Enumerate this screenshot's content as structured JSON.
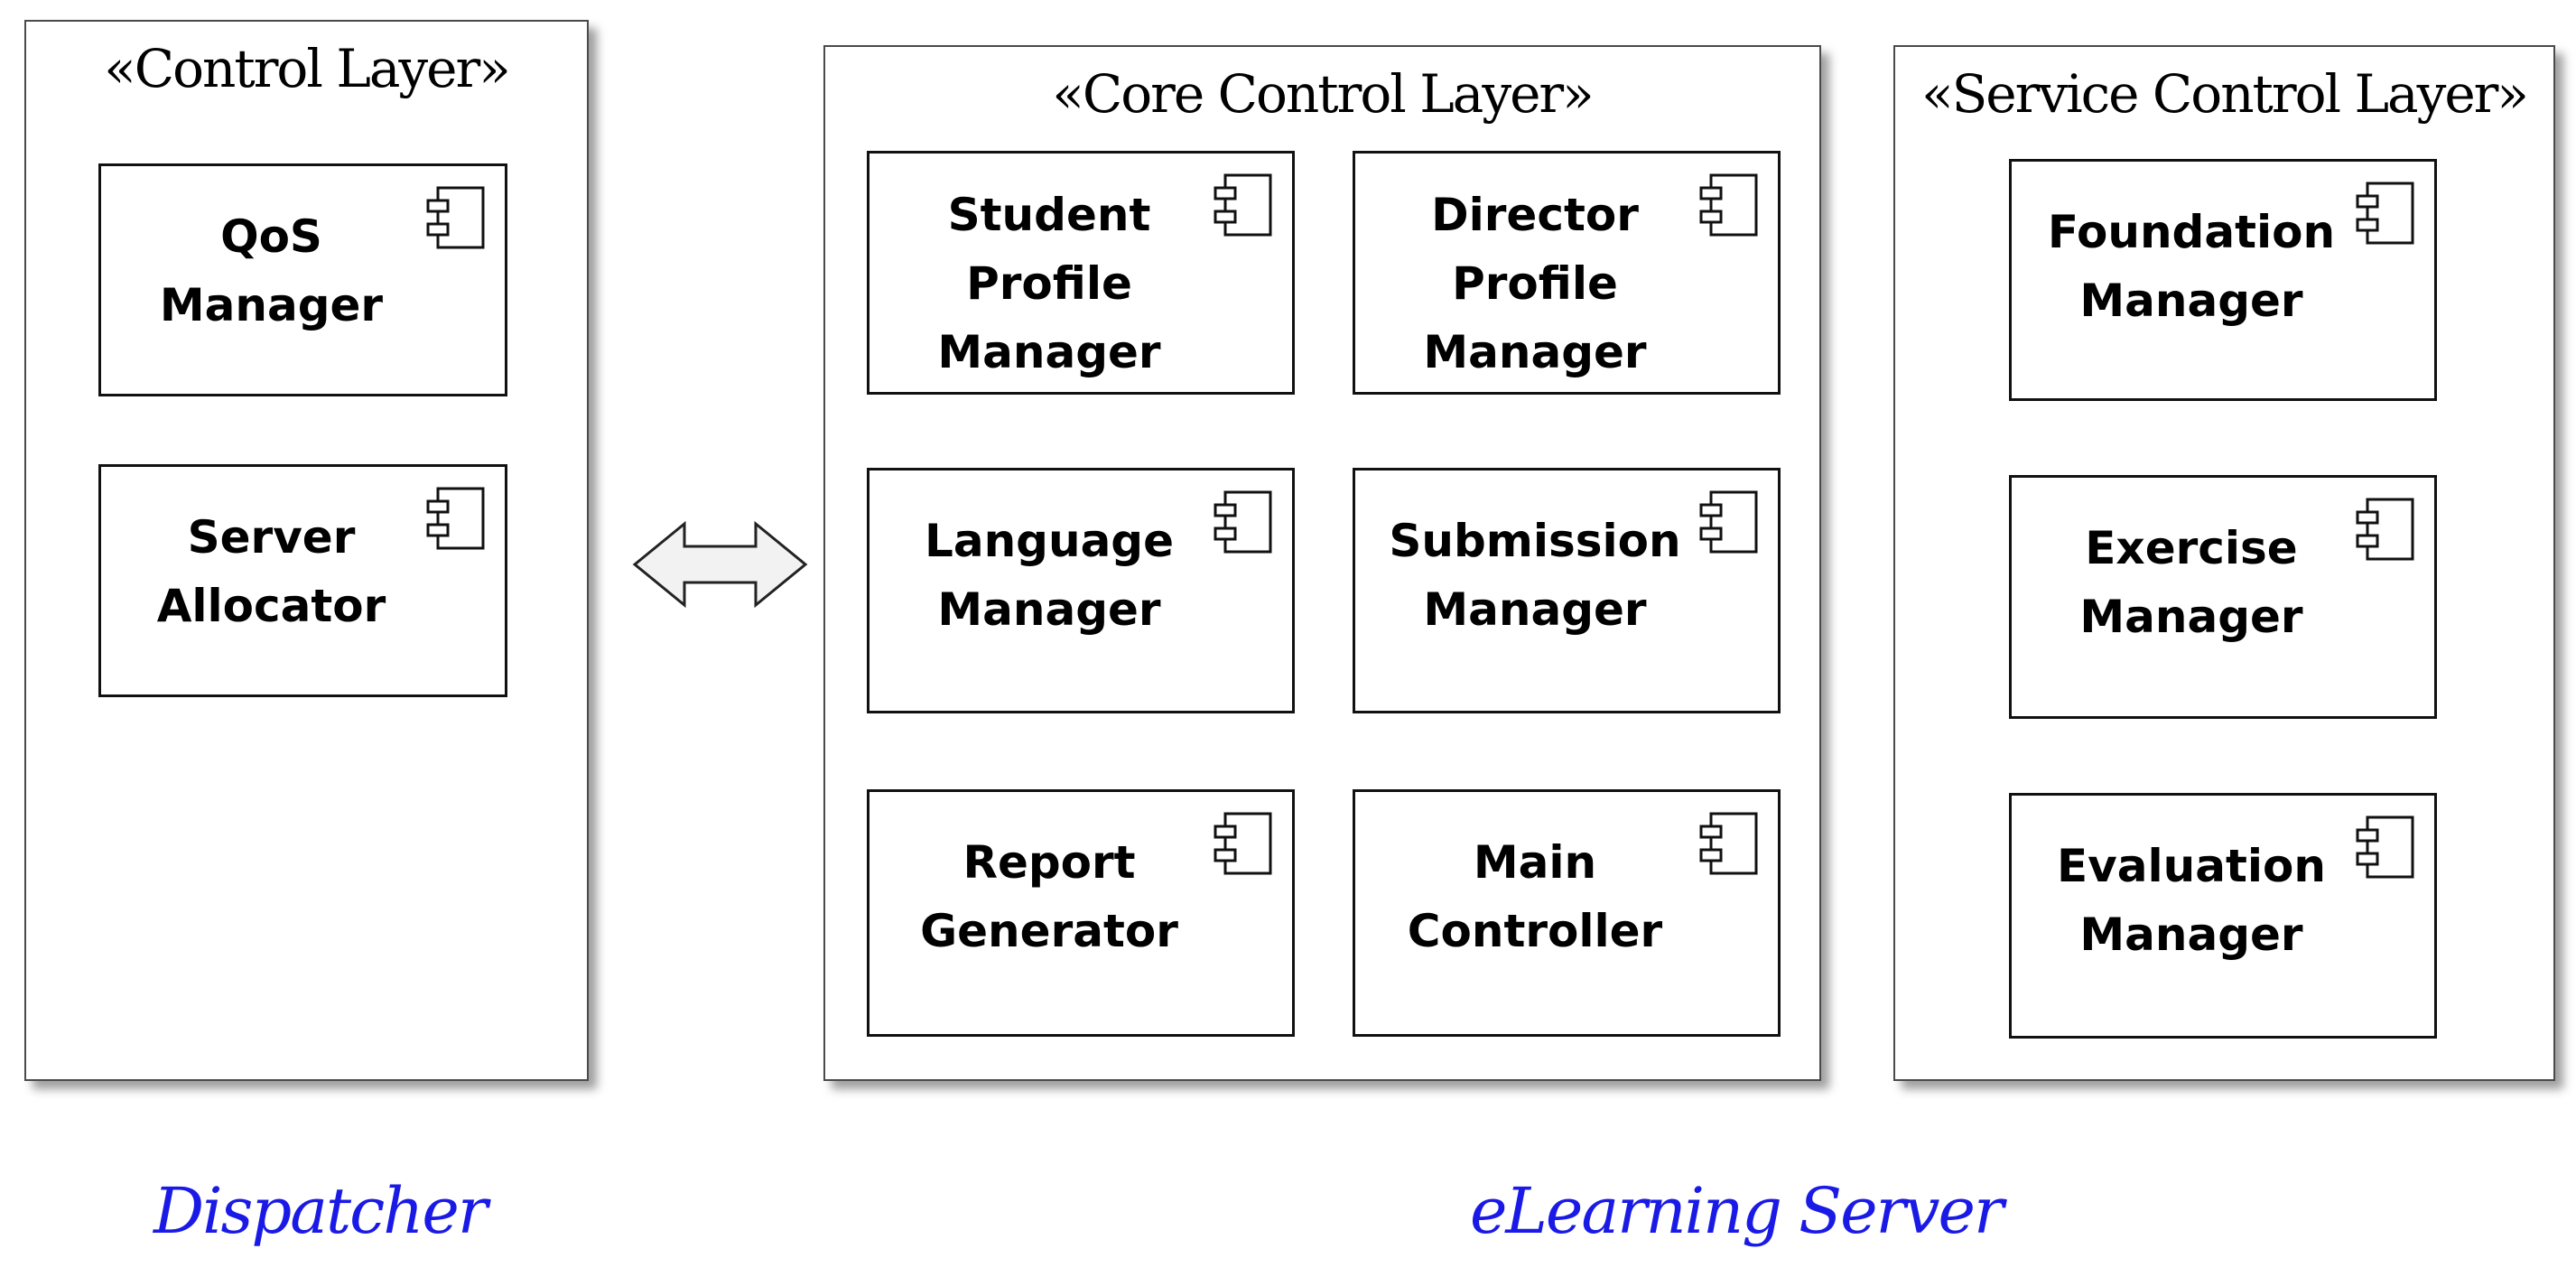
{
  "colors": {
    "caption": "#1a1ae6",
    "layer_border": "#4a4a4a",
    "component_border": "#111111",
    "arrow_fill": "#f2f2f2"
  },
  "icons": {
    "component": "uml-component-icon",
    "connector": "double-headed-arrow-icon"
  },
  "layers": {
    "control": {
      "title": "«Control Layer»",
      "components": [
        {
          "label": "QoS\nManager"
        },
        {
          "label": "Server\nAllocator"
        }
      ]
    },
    "core": {
      "title": "«Core Control Layer»",
      "components": [
        {
          "label": "Student\nProfile\nManager"
        },
        {
          "label": "Director\nProfile\nManager"
        },
        {
          "label": "Language\nManager"
        },
        {
          "label": "Submission\nManager"
        },
        {
          "label": "Report\nGenerator"
        },
        {
          "label": "Main\nController"
        }
      ]
    },
    "service": {
      "title": "«Service Control Layer»",
      "components": [
        {
          "label": "Foundation\nManager"
        },
        {
          "label": "Exercise\nManager"
        },
        {
          "label": "Evaluation\nManager"
        }
      ]
    }
  },
  "captions": {
    "dispatcher": "Dispatcher",
    "server": "eLearning Server"
  }
}
